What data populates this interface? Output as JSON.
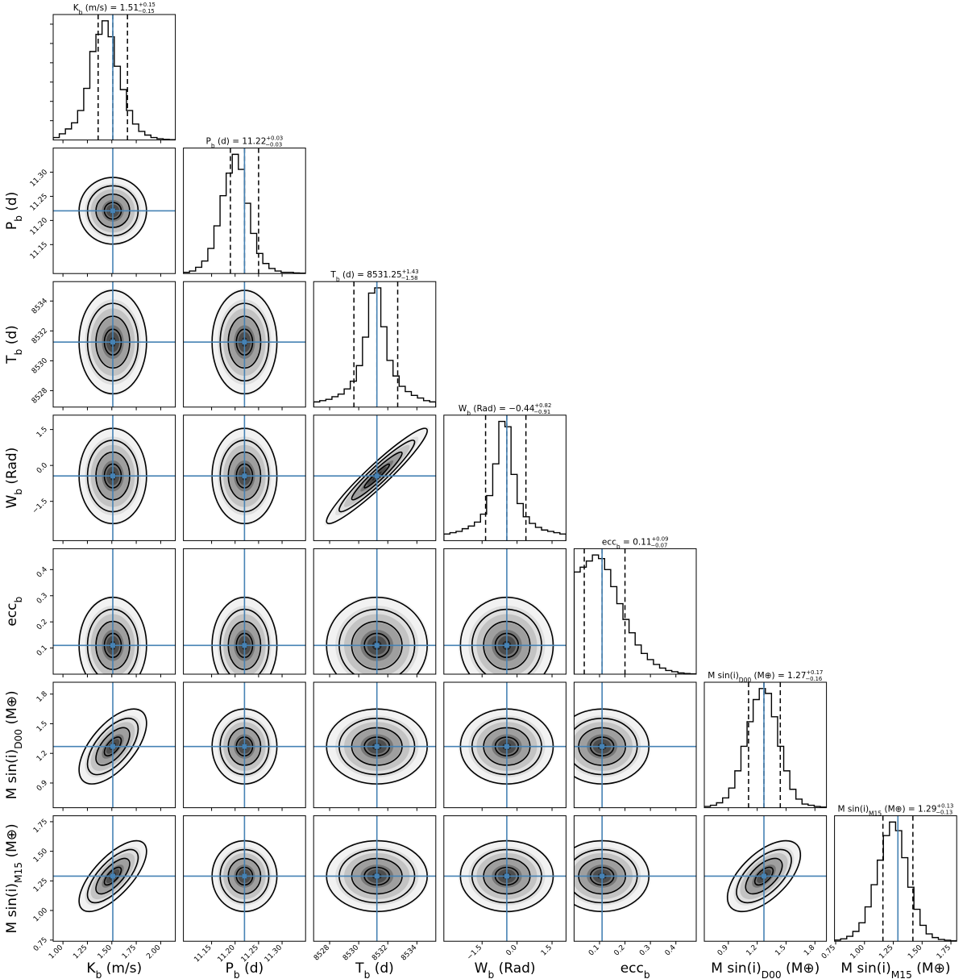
{
  "chart_data": {
    "type": "corner",
    "truth_color": "#4682b4",
    "grid": false,
    "parameters": [
      {
        "key": "K",
        "label_main": "K",
        "label_sub": "b",
        "label_suffix": " (m/s)",
        "range": [
          0.9,
          2.15
        ],
        "ticks": [
          1.0,
          1.25,
          1.5,
          1.75,
          2.0
        ],
        "tick_labels": [
          "1.00",
          "1.25",
          "1.50",
          "1.75",
          "2.00"
        ],
        "row_ticks": [],
        "row_tick_labels": [],
        "median": 1.51,
        "lower": 1.36,
        "upper": 1.66,
        "title": {
          "prefix": "K",
          "sub": "b",
          "suffix": " (m/s) = 1.51",
          "plus": "+0.15",
          "minus": "−0.15"
        },
        "hist": [
          0.02,
          0.05,
          0.09,
          0.14,
          0.24,
          0.42,
          0.72,
          0.86,
          0.97,
          0.84,
          0.6,
          0.41,
          0.24,
          0.13,
          0.07,
          0.04,
          0.02,
          0.01,
          0.005,
          0.003
        ]
      },
      {
        "key": "P",
        "label_main": "P",
        "label_sub": "b",
        "label_suffix": " (d)",
        "range": [
          11.09,
          11.35
        ],
        "ticks": [
          11.15,
          11.2,
          11.25,
          11.3
        ],
        "tick_labels": [
          "11.15",
          "11.20",
          "11.25",
          "11.30"
        ],
        "row_ticks": [
          11.15,
          11.2,
          11.25,
          11.3
        ],
        "row_tick_labels": [
          "11.15",
          "11.20",
          "11.25",
          "11.30"
        ],
        "median": 11.22,
        "lower": 11.19,
        "upper": 11.25,
        "title": {
          "prefix": "P",
          "sub": "b",
          "suffix": " (d) = 11.22",
          "plus": "+0.03",
          "minus": "−0.03"
        },
        "hist": [
          0.01,
          0.02,
          0.05,
          0.1,
          0.2,
          0.38,
          0.62,
          0.8,
          0.95,
          0.83,
          0.56,
          0.32,
          0.16,
          0.08,
          0.04,
          0.02,
          0.01,
          0.01,
          0.005,
          0.003
        ]
      },
      {
        "key": "T",
        "label_main": "T",
        "label_sub": "b",
        "label_suffix": " (d)",
        "range": [
          8526.9,
          8535.3
        ],
        "ticks": [
          8528,
          8530,
          8532,
          8534
        ],
        "tick_labels": [
          "8528",
          "8530",
          "8532",
          "8534"
        ],
        "row_ticks": [
          8528,
          8530,
          8532,
          8534
        ],
        "row_tick_labels": [
          "8528",
          "8530",
          "8532",
          "8534"
        ],
        "median": 8531.25,
        "lower": 8529.67,
        "upper": 8532.68,
        "title": {
          "prefix": "T",
          "sub": "b",
          "suffix": " (d) = 8531.25",
          "plus": "+1.43",
          "minus": "−1.58"
        },
        "hist": [
          0.04,
          0.05,
          0.06,
          0.08,
          0.1,
          0.14,
          0.2,
          0.32,
          0.54,
          0.88,
          0.92,
          0.62,
          0.36,
          0.24,
          0.16,
          0.12,
          0.09,
          0.07,
          0.05,
          0.04
        ]
      },
      {
        "key": "W",
        "label_main": "W",
        "label_sub": "b",
        "label_suffix": " (Rad)",
        "range": [
          -3.14,
          2.1
        ],
        "ticks": [
          -1.5,
          0.0,
          1.5
        ],
        "tick_labels": [
          "−1.5",
          "0.0",
          "1.5"
        ],
        "row_ticks": [
          -1.5,
          0.0,
          1.5
        ],
        "row_tick_labels": [
          "−1.5",
          "0.0",
          "1.5"
        ],
        "median": -0.44,
        "lower": -1.35,
        "upper": 0.38,
        "title": {
          "prefix": "W",
          "sub": "b",
          "suffix": " (Rad) = −0.44",
          "plus": "+0.82",
          "minus": "−0.91"
        },
        "hist": [
          0.05,
          0.06,
          0.07,
          0.09,
          0.11,
          0.14,
          0.2,
          0.34,
          0.58,
          0.9,
          0.86,
          0.5,
          0.28,
          0.18,
          0.13,
          0.1,
          0.08,
          0.07,
          0.06,
          0.05
        ]
      },
      {
        "key": "ecc",
        "label_main": "ecc",
        "label_sub": "b",
        "label_suffix": "",
        "range": [
          0.0,
          0.48
        ],
        "ticks": [
          0.1,
          0.2,
          0.3,
          0.4
        ],
        "tick_labels": [
          "0.1",
          "0.2",
          "0.3",
          "0.4"
        ],
        "row_ticks": [
          0.1,
          0.2,
          0.3,
          0.4
        ],
        "row_tick_labels": [
          "0.1",
          "0.2",
          "0.3",
          "0.4"
        ],
        "median": 0.11,
        "lower": 0.04,
        "upper": 0.2,
        "title": {
          "prefix": "ecc",
          "sub": "b",
          "suffix": " = 0.11",
          "plus": "+0.09",
          "minus": "−0.07"
        },
        "hist": [
          0.84,
          0.88,
          0.93,
          0.98,
          0.95,
          0.86,
          0.72,
          0.58,
          0.45,
          0.34,
          0.24,
          0.17,
          0.12,
          0.08,
          0.05,
          0.03,
          0.02,
          0.01,
          0.005,
          0.003
        ]
      },
      {
        "key": "MD00",
        "label_main": "M sin(i)",
        "label_sub": "D00",
        "label_suffix": " (M⊕)",
        "range": [
          0.65,
          1.92
        ],
        "ticks": [
          0.9,
          1.2,
          1.5,
          1.8
        ],
        "tick_labels": [
          "0.9",
          "1.2",
          "1.5",
          "1.8"
        ],
        "row_ticks": [
          0.9,
          1.2,
          1.5,
          1.8
        ],
        "row_tick_labels": [
          "0.9",
          "1.2",
          "1.5",
          "1.8"
        ],
        "median": 1.27,
        "lower": 1.11,
        "upper": 1.44,
        "title": {
          "prefix": "M sin(i)",
          "sub": "D00",
          "suffix": " (M⊕) = 1.27",
          "plus": "+0.17",
          "minus": "−0.16"
        },
        "hist": [
          0.01,
          0.02,
          0.04,
          0.08,
          0.16,
          0.3,
          0.5,
          0.7,
          0.88,
          0.97,
          0.93,
          0.74,
          0.5,
          0.3,
          0.15,
          0.07,
          0.03,
          0.02,
          0.01,
          0.005
        ]
      },
      {
        "key": "MM15",
        "label_main": "M sin(i)",
        "label_sub": "M15",
        "label_suffix": " (M⊕)",
        "range": [
          0.74,
          1.8
        ],
        "ticks": [
          0.75,
          1.0,
          1.25,
          1.5,
          1.75
        ],
        "tick_labels": [
          "0.75",
          "1.00",
          "1.25",
          "1.50",
          "1.75"
        ],
        "row_ticks": [
          0.75,
          1.0,
          1.25,
          1.5,
          1.75
        ],
        "row_tick_labels": [
          "0.75",
          "1.00",
          "1.25",
          "1.50",
          "1.75"
        ],
        "median": 1.29,
        "lower": 1.16,
        "upper": 1.42,
        "title": {
          "prefix": "M sin(i)",
          "sub": "M15",
          "suffix": " (M⊕) = 1.29",
          "plus": "+0.13",
          "minus": "−0.13"
        },
        "hist": [
          0.01,
          0.02,
          0.04,
          0.08,
          0.15,
          0.28,
          0.46,
          0.66,
          0.86,
          0.97,
          0.9,
          0.68,
          0.44,
          0.26,
          0.13,
          0.06,
          0.03,
          0.015,
          0.008,
          0.004
        ]
      }
    ],
    "correlations": {
      "K|MD00": 0.62,
      "K|MM15": 0.7,
      "T|W": 0.95,
      "MD00|MM15": 0.6
    }
  }
}
